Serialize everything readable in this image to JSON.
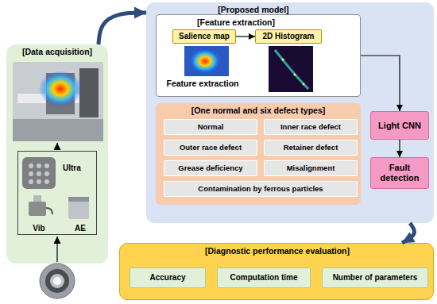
{
  "diagram": {
    "nodes": [
      {
        "text": [
          "[Data acquisition]"
        ]
      },
      {
        "text": [
          "Ultra",
          "Vib",
          "AE"
        ],
        "in": 0
      },
      {
        "text": [
          "[Proposed model]"
        ]
      },
      {
        "text": [
          "[Feature extraction]",
          "Feature extraction"
        ],
        "in": 2
      },
      {
        "text": [
          "Salience map"
        ],
        "in": 3
      },
      {
        "text": [
          "2D Histogram"
        ],
        "in": 3
      },
      {
        "text": [
          "[One normal and six defect types]"
        ],
        "in": 2
      },
      {
        "text": [
          "Normal"
        ],
        "in": 6
      },
      {
        "text": [
          "Inner race defect"
        ],
        "in": 6
      },
      {
        "text": [
          "Outer race defect"
        ],
        "in": 6
      },
      {
        "text": [
          "Retainer defect"
        ],
        "in": 6
      },
      {
        "text": [
          "Grease deficiency"
        ],
        "in": 6
      },
      {
        "text": [
          "Misalignment"
        ],
        "in": 6
      },
      {
        "text": [
          "Contamination by ferrous particles"
        ],
        "in": 6
      },
      {
        "text": [
          "Light CNN"
        ],
        "in": 2
      },
      {
        "text": [
          "Fault detection"
        ],
        "in": 2
      },
      {
        "text": [
          "[Diagnostic performance evaluation]"
        ]
      },
      {
        "text": [
          "Accuracy"
        ],
        "in": 16
      },
      {
        "text": [
          "Computation time"
        ],
        "in": 16
      },
      {
        "text": [
          "Number of parameters"
        ],
        "in": 16
      }
    ],
    "edges": [
      {
        "from": 0,
        "to": 2,
        "arrow": "to"
      },
      {
        "from": 4,
        "to": 5,
        "arrow": "to"
      },
      {
        "from": 3,
        "to": 14,
        "arrow": "to"
      },
      {
        "from": 14,
        "to": 15,
        "arrow": "to"
      },
      {
        "from": 2,
        "to": 16,
        "arrow": "to"
      }
    ]
  }
}
